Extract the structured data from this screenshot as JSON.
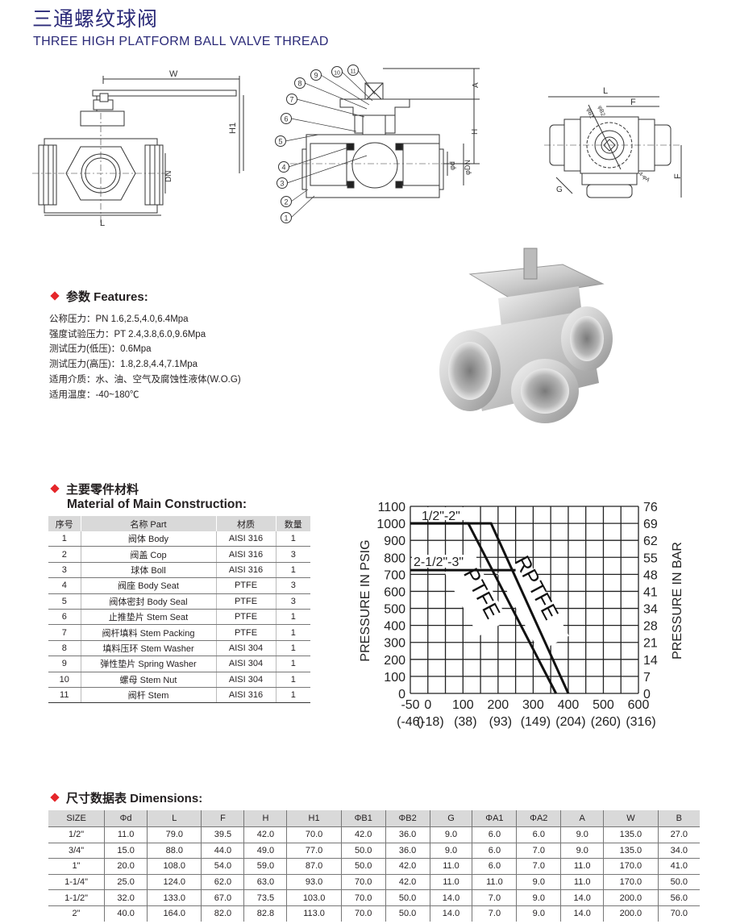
{
  "header": {
    "title_cn": "三通螺纹球阀",
    "title_en": "THREE HIGH PLATFORM BALL VALVE THREAD"
  },
  "drawings": {
    "front_view": {
      "labels": {
        "W": "W",
        "H1": "H1",
        "DN": "DN",
        "L": "L"
      }
    },
    "section_view": {
      "callouts": [
        "1",
        "2",
        "3",
        "4",
        "5",
        "6",
        "7",
        "8",
        "9",
        "10",
        "11"
      ],
      "labels": {
        "A": "A",
        "H": "H",
        "d": "φd",
        "DN": "φDN"
      }
    },
    "top_view": {
      "labels": {
        "L": "L",
        "F_top": "F",
        "F_side": "F",
        "G": "G",
        "B1": "φB1",
        "B2": "φB2",
        "A": "4-φA"
      }
    }
  },
  "features": {
    "heading": "参数 Features:",
    "lines": [
      "公称压力：PN 1.6,2.5,4.0,6.4Mpa",
      "强度试验压力：PT 2.4,3.8,6.0,9.6Mpa",
      "测试压力(低压)：0.6Mpa",
      "测试压力(高压)：1.8,2.8,4.4,7.1Mpa",
      "适用介质：水、油、空气及腐蚀性液体(W.O.G)",
      "适用温度：-40~180℃"
    ]
  },
  "materials": {
    "heading_cn": "主要零件材料",
    "heading_en": "Material of Main Construction:",
    "columns": [
      "序号",
      "名称 Part",
      "材质",
      "数量"
    ],
    "rows": [
      [
        "1",
        "阀体 Body",
        "AISI 316",
        "1"
      ],
      [
        "2",
        "阀盖 Cop",
        "AISI 316",
        "3"
      ],
      [
        "3",
        "球体 Boll",
        "AISI 316",
        "1"
      ],
      [
        "4",
        "阀座 Body Seat",
        "PTFE",
        "3"
      ],
      [
        "5",
        "阀体密封 Body Seal",
        "PTFE",
        "3"
      ],
      [
        "6",
        "止推垫片 Stem Seat",
        "PTFE",
        "1"
      ],
      [
        "7",
        "阀杆填料 Stem Packing",
        "PTFE",
        "1"
      ],
      [
        "8",
        "填料压环 Stem Washer",
        "AISI 304",
        "1"
      ],
      [
        "9",
        "弹性垫片 Spring Washer",
        "AISI 304",
        "1"
      ],
      [
        "10",
        "螺母 Stem Nut",
        "AISI 304",
        "1"
      ],
      [
        "11",
        "阀杆 Stem",
        "AISI 316",
        "1"
      ]
    ]
  },
  "chart_data": {
    "type": "line",
    "title": "",
    "xlabel": "",
    "ylabel": "PRESSURE IN PSIG",
    "ylabel_right": "PRESSURE IN BAR",
    "xlim": [
      -50,
      600
    ],
    "ylim": [
      0,
      1100
    ],
    "grid": true,
    "x_ticks": [
      "-50",
      "0",
      "100",
      "200",
      "300",
      "400",
      "500",
      "600"
    ],
    "x_tick_values": [
      -50,
      0,
      100,
      200,
      300,
      400,
      500,
      600
    ],
    "x_ticks_celsius": [
      "(-46)",
      "(-18)",
      "(38)",
      "(93)",
      "(149)",
      "(204)",
      "(260)",
      "(316)"
    ],
    "y_ticks": [
      "0",
      "100",
      "200",
      "300",
      "400",
      "500",
      "600",
      "700",
      "800",
      "900",
      "1000",
      "1100"
    ],
    "y_ticks_right": [
      "0",
      "7",
      "14",
      "21",
      "28",
      "34",
      "41",
      "48",
      "55",
      "62",
      "69",
      "76"
    ],
    "series": [
      {
        "name": "PTFE",
        "points": [
          [
            -50,
            1000
          ],
          [
            115,
            1000
          ],
          [
            365,
            0
          ]
        ]
      },
      {
        "name": "RPTFE",
        "points": [
          [
            -50,
            1000
          ],
          [
            180,
            1000
          ],
          [
            400,
            0
          ]
        ]
      },
      {
        "name": "2-1/2\"-3\" limit",
        "points": [
          [
            -50,
            725
          ],
          [
            250,
            725
          ]
        ]
      }
    ],
    "annotations": {
      "size_small": "1/2\"-2\"",
      "size_large": "2-1/2\"-3\"",
      "ptfe": "PTFE",
      "rptfe": "RPTFE"
    }
  },
  "dimensions": {
    "heading": "尺寸数据表 Dimensions:",
    "columns": [
      "SIZE",
      "Φd",
      "L",
      "F",
      "H",
      "H1",
      "ΦB1",
      "ΦB2",
      "G",
      "ΦA1",
      "ΦA2",
      "A",
      "W",
      "B"
    ],
    "rows": [
      [
        "1/2\"",
        "11.0",
        "79.0",
        "39.5",
        "42.0",
        "70.0",
        "42.0",
        "36.0",
        "9.0",
        "6.0",
        "6.0",
        "9.0",
        "135.0",
        "27.0"
      ],
      [
        "3/4\"",
        "15.0",
        "88.0",
        "44.0",
        "49.0",
        "77.0",
        "50.0",
        "36.0",
        "9.0",
        "6.0",
        "7.0",
        "9.0",
        "135.0",
        "34.0"
      ],
      [
        "1\"",
        "20.0",
        "108.0",
        "54.0",
        "59.0",
        "87.0",
        "50.0",
        "42.0",
        "11.0",
        "6.0",
        "7.0",
        "11.0",
        "170.0",
        "41.0"
      ],
      [
        "1-1/4\"",
        "25.0",
        "124.0",
        "62.0",
        "63.0",
        "93.0",
        "70.0",
        "42.0",
        "11.0",
        "11.0",
        "9.0",
        "11.0",
        "170.0",
        "50.0"
      ],
      [
        "1-1/2\"",
        "32.0",
        "133.0",
        "67.0",
        "73.5",
        "103.0",
        "70.0",
        "50.0",
        "14.0",
        "7.0",
        "9.0",
        "14.0",
        "200.0",
        "56.0"
      ],
      [
        "2\"",
        "40.0",
        "164.0",
        "82.0",
        "82.8",
        "113.0",
        "70.0",
        "50.0",
        "14.0",
        "7.0",
        "9.0",
        "14.0",
        "200.0",
        "70.0"
      ]
    ]
  },
  "colors": {
    "title": "#2b2a78",
    "bullet": "#e5262a",
    "table_header": "#d9d9d9"
  }
}
